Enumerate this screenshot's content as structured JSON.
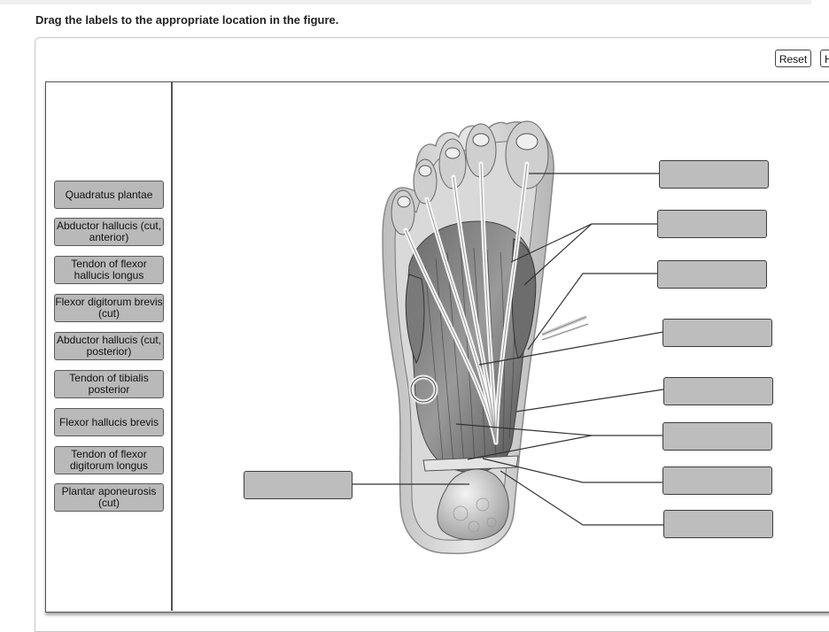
{
  "instructions": "Drag the labels to the appropriate location in the figure.",
  "toolbar": {
    "reset_label": "Reset",
    "help_label": "H"
  },
  "labels": [
    "Quadratus plantae",
    "Abductor hallucis (cut, anterior)",
    "Tendon of flexor hallucis longus",
    "Flexor digitorum brevis (cut)",
    "Abductor hallucis (cut, posterior)",
    "Tendon of tibialis posterior",
    "Flexor hallucis brevis",
    "Tendon of flexor digitorum longus",
    "Plantar aponeurosis (cut)"
  ],
  "target_count": 9
}
